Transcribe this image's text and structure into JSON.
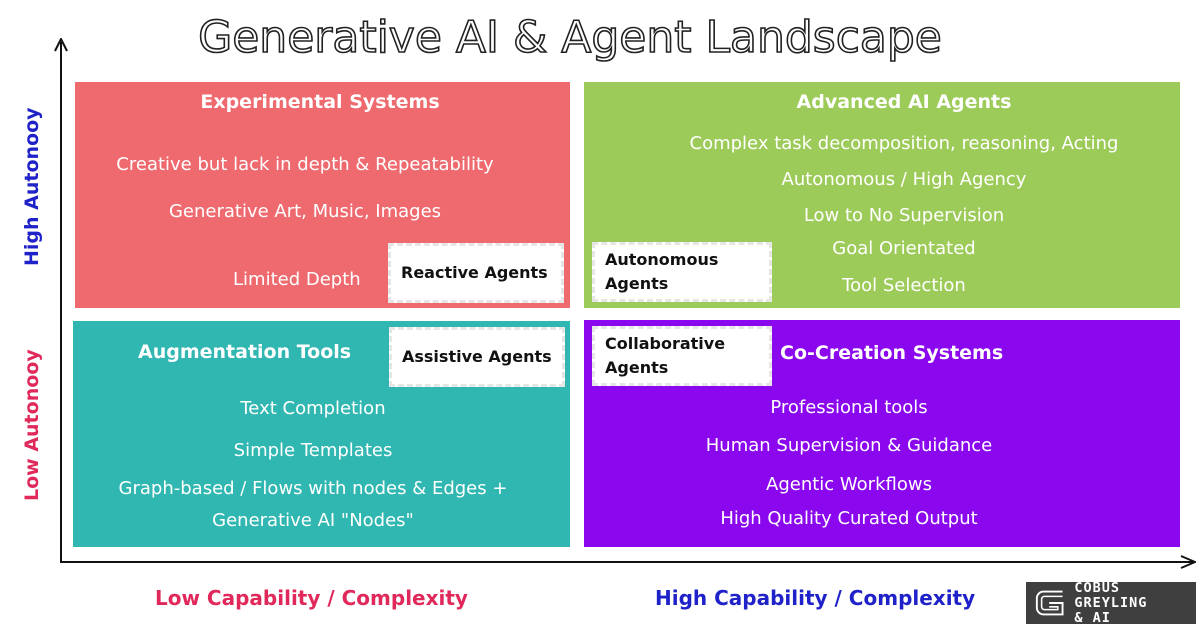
{
  "title": "Generative AI & Agent Landscape",
  "axes": {
    "y_high_label": "High Autonooy",
    "y_low_label": "Low Autonooy",
    "x_low_label": "Low Capability / Complexity",
    "x_high_label": "High Capability / Complexity",
    "y_high_color": "#1f22c9",
    "y_low_color": "#e0285a"
  },
  "quadrants": {
    "experimental": {
      "title": "Experimental Systems",
      "color": "#ee6a6f",
      "lines": [
        "Creative but lack in depth & Repeatability",
        "Generative Art, Music, Images",
        "Limited Depth"
      ],
      "tag": "Reactive Agents"
    },
    "advanced": {
      "title": "Advanced AI Agents",
      "color": "#9dcb5a",
      "lines": [
        "Complex task decomposition, reasoning, Acting",
        "Autonomous / High Agency",
        "Low to No Supervision",
        "Goal Orientated",
        "Tool Selection"
      ],
      "tag_line1": "Autonomous",
      "tag_line2": "Agents"
    },
    "augmentation": {
      "title": "Augmentation Tools",
      "color": "#31b7b1",
      "lines": [
        "Text Completion",
        "Simple Templates",
        "Graph-based / Flows with nodes & Edges +",
        "Generative AI \"Nodes\""
      ],
      "tag": "Assistive Agents"
    },
    "cocreation": {
      "title": "Co-Creation Systems",
      "color": "#8a07ee",
      "lines": [
        "Professional tools",
        "Human Supervision & Guidance",
        "Agentic Workflows",
        "High Quality Curated Output"
      ],
      "tag_line1": "Collaborative",
      "tag_line2": "Agents"
    }
  },
  "logo": {
    "line1": "COBUS GREYLING",
    "line2": "& AI",
    "icon": "stylized-G-logo-icon"
  }
}
